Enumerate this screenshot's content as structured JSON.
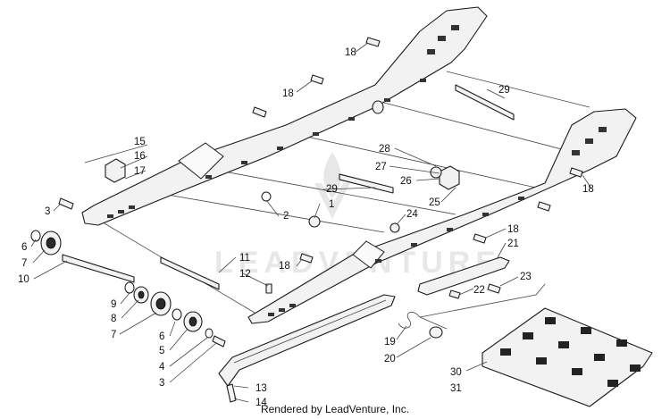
{
  "diagram": {
    "watermark": "LEADVENTURE",
    "footer": "Rendered by LeadVenture, Inc.",
    "callouts": [
      "15",
      "16",
      "17",
      "3",
      "6",
      "7",
      "10",
      "9",
      "8",
      "7",
      "6",
      "5",
      "4",
      "3",
      "11",
      "12",
      "18",
      "2",
      "1",
      "29",
      "28",
      "27",
      "26",
      "25",
      "24",
      "18",
      "21",
      "22",
      "23",
      "19",
      "20",
      "13",
      "14",
      "30",
      "31",
      "18",
      "18",
      "29"
    ]
  }
}
